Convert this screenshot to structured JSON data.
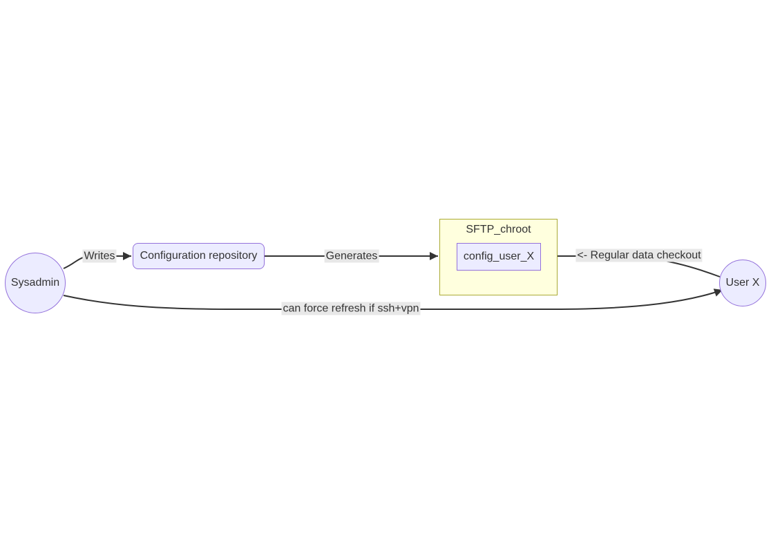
{
  "diagram": {
    "type": "flowchart-LR",
    "nodes": {
      "sysadmin": {
        "label": "Sysadmin",
        "shape": "circle"
      },
      "config_repo": {
        "label": "Configuration repository",
        "shape": "rounded-rectangle"
      },
      "config_user_x": {
        "label": "config_user_X",
        "shape": "rectangle"
      },
      "user_x": {
        "label": "User X",
        "shape": "circle"
      }
    },
    "subgraph": {
      "title": "SFTP_chroot"
    },
    "edges": [
      {
        "from": "Sysadmin",
        "to": "Configuration repository",
        "label": "Writes",
        "arrowhead": true
      },
      {
        "from": "Configuration repository",
        "to": "SFTP_chroot",
        "label": "Generates",
        "arrowhead": true
      },
      {
        "from": "config_user_X",
        "to": "User X",
        "label": "<- Regular data checkout",
        "arrowhead": false
      },
      {
        "from": "Sysadmin",
        "to": "User X",
        "label": "can force refresh if ssh+vpn",
        "arrowhead": true
      }
    ],
    "colors": {
      "node_fill": "#ECECFF",
      "node_border": "#9370DB",
      "subgraph_fill": "#FFFFDE",
      "subgraph_border": "#AAAA33",
      "edge_stroke": "#333333",
      "edge_label_bg": "#E8E8E8",
      "text": "#333333",
      "background": "#FFFFFF"
    }
  }
}
